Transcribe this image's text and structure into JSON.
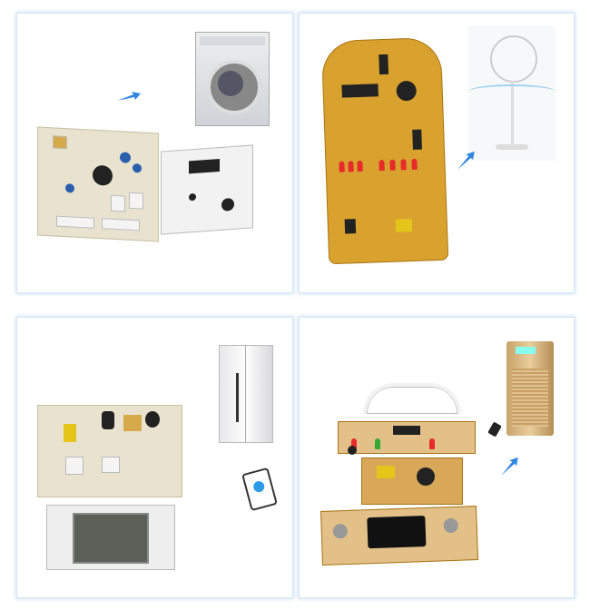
{
  "colors": {
    "panel_border": "#cfe3f5",
    "arrow": "#2f86e0",
    "pcb_cream": "#e9e2cf",
    "pcb_brown": "#d9a12e"
  },
  "panels": [
    {
      "icon": "washing-machine-pcb-image"
    },
    {
      "icon": "fan-pcb-image"
    },
    {
      "icon": "refrigerator-pcb-image"
    },
    {
      "icon": "air-purifier-pcb-image"
    }
  ]
}
